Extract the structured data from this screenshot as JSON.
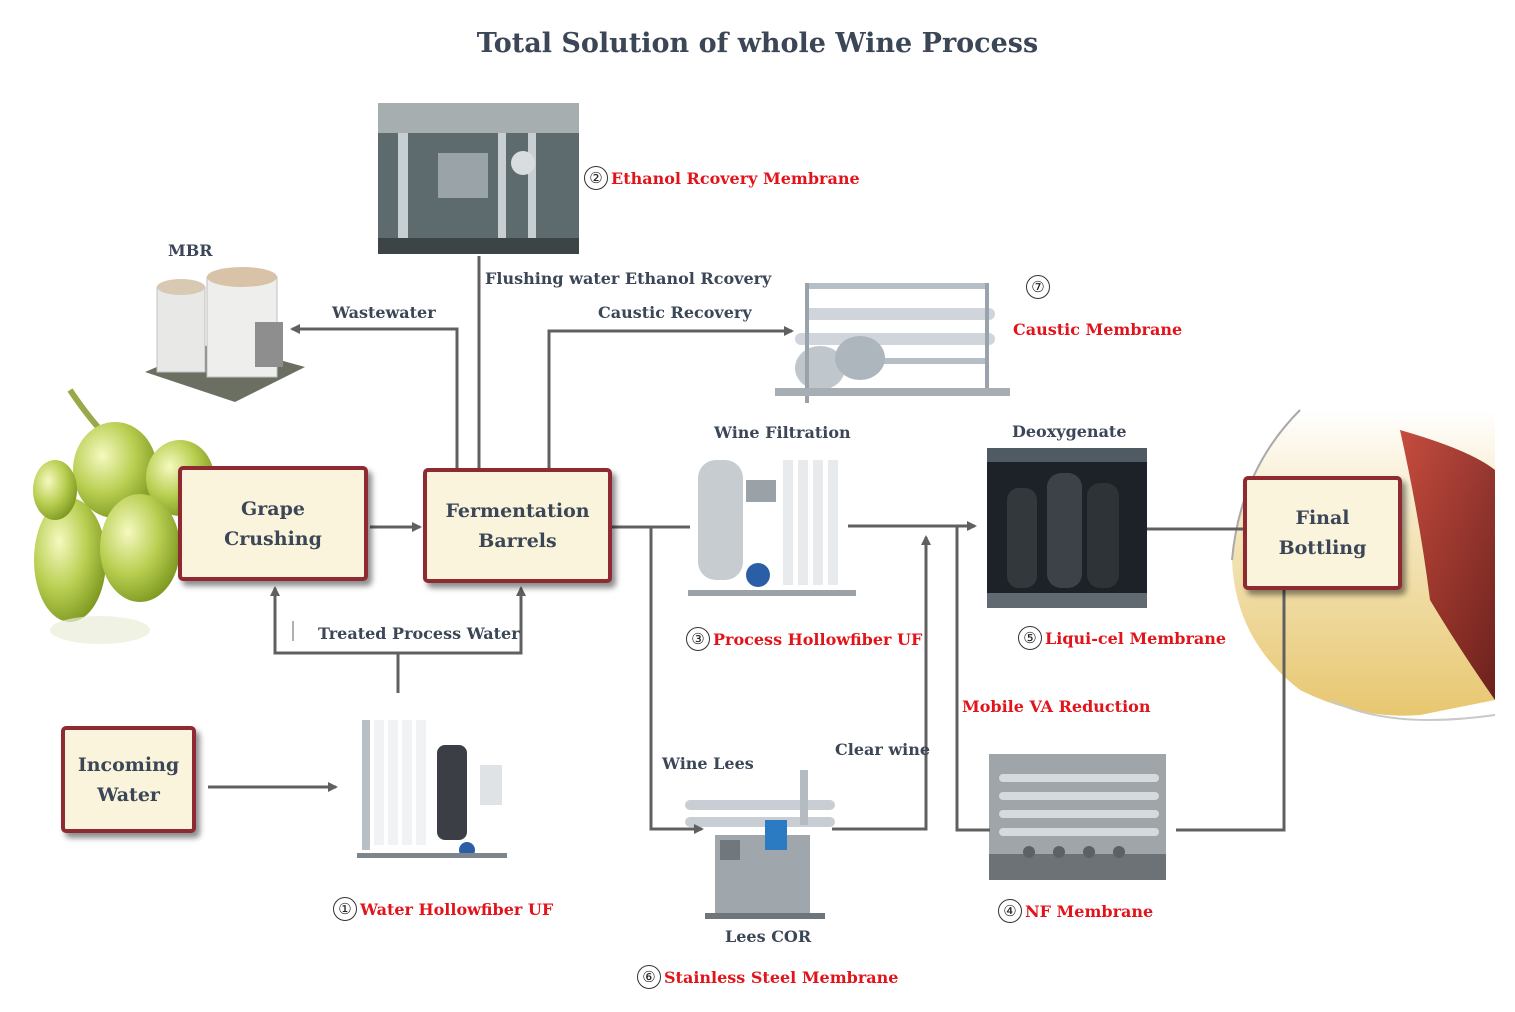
{
  "title": "Total Solution of whole Wine Process",
  "boxes": {
    "grape_crushing": [
      "Grape",
      "Crushing"
    ],
    "fermentation": [
      "Fermentation",
      "Barrels"
    ],
    "incoming_water": [
      "Incoming",
      "Water"
    ],
    "final_bottling": [
      "Final",
      "Bottling"
    ]
  },
  "labels": {
    "mbr": "MBR",
    "wastewater": "Wastewater",
    "flushing": "Flushing water Ethanol Rcovery",
    "caustic_recovery": "Caustic Recovery",
    "treated_water": "Treated Process Water",
    "wine_filtration": "Wine Filtration",
    "deoxygenate": "Deoxygenate",
    "wine_lees": "Wine Lees",
    "clear_wine": "Clear wine",
    "lees_cor": "Lees COR",
    "mobile_va": "Mobile VA Reduction"
  },
  "membranes": [
    {
      "num": "①",
      "name": "Water Hollowfiber UF"
    },
    {
      "num": "②",
      "name": "Ethanol Rcovery Membrane"
    },
    {
      "num": "③",
      "name": "Process Hollowfiber UF"
    },
    {
      "num": "④",
      "name": "NF Membrane"
    },
    {
      "num": "⑤",
      "name": "Liqui-cel Membrane"
    },
    {
      "num": "⑥",
      "name": "Stainless Steel Membrane"
    },
    {
      "num": "⑦",
      "name": "Caustic Membrane"
    }
  ],
  "colors": {
    "box_border": "#8f2a33",
    "box_fill": "#fbf4dc",
    "arrow": "#606060",
    "label": "#3b4656",
    "membrane_label": "#e2141b"
  }
}
